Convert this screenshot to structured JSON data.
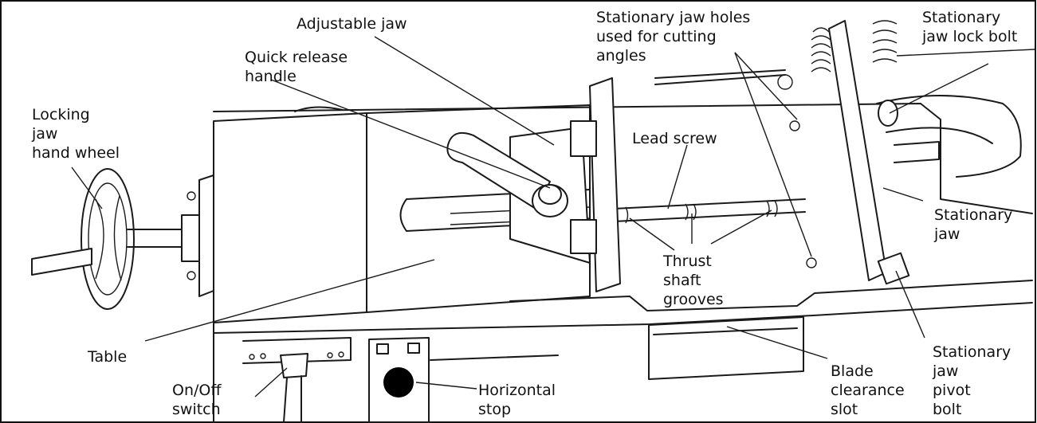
{
  "labels": {
    "adjustable_jaw": [
      "Adjustable jaw"
    ],
    "quick_release_handle": [
      "Quick release",
      "handle"
    ],
    "locking_jaw_hand_wheel": [
      "Locking",
      "jaw",
      "hand wheel"
    ],
    "stationary_jaw_holes": [
      "Stationary jaw holes",
      "used for cutting",
      "angles"
    ],
    "stationary_jaw_lock_bolt": [
      "Stationary",
      "jaw lock bolt"
    ],
    "lead_screw": [
      "Lead screw"
    ],
    "stationary_jaw": [
      "Stationary",
      "jaw"
    ],
    "thrust_shaft_grooves": [
      "Thrust",
      "shaft",
      "grooves"
    ],
    "table": [
      "Table"
    ],
    "on_off_switch": [
      "On/Off",
      "switch"
    ],
    "horizontal_stop": [
      "Horizontal",
      "stop"
    ],
    "blade_clearance_slot": [
      "Blade",
      "clearance",
      "slot"
    ],
    "stationary_jaw_pivot_bolt": [
      "Stationary",
      "jaw",
      "pivot",
      "bolt"
    ]
  },
  "colors": {
    "line": "#1a1a1a",
    "background": "#ffffff",
    "stop_knob": "#000000"
  }
}
